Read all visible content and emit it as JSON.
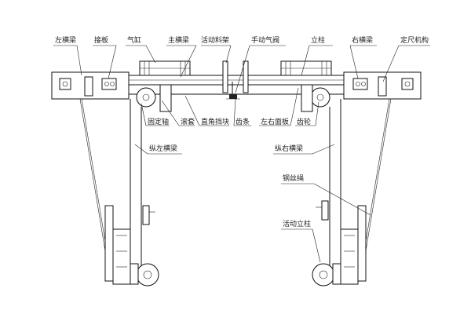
{
  "labels": {
    "left_crossbeam": "左横梁",
    "connecting_plate": "接板",
    "air_cylinder": "气缸",
    "main_crossbeam": "主横梁",
    "movable_rack": "活动料架",
    "manual_valve": "手动气阀",
    "column": "立柱",
    "right_crossbeam": "右横梁",
    "sizing_mechanism": "定尺机构",
    "fixed_shaft": "固定轴",
    "roller_sleeve": "滚套",
    "right_angle_block": "直角挡块",
    "rack": "齿条",
    "lr_panel": "左右面板",
    "gear": "齿轮",
    "longitudinal_left_beam": "纵左横梁",
    "longitudinal_right_beam": "纵右横梁",
    "wire_rope": "钢丝绳",
    "movable_column": "活动立柱"
  },
  "colors": {
    "line": "#111111",
    "background": "#ffffff"
  }
}
